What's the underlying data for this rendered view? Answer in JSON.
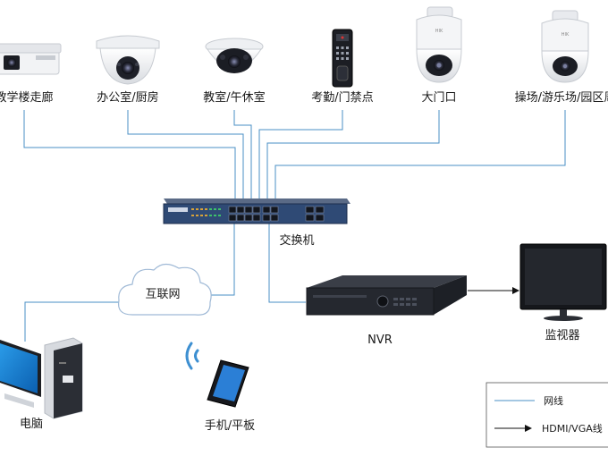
{
  "cameras": [
    {
      "label": "教学楼走廊",
      "icon": "bullet-camera-icon"
    },
    {
      "label": "办公室/厨房",
      "icon": "turret-camera-icon"
    },
    {
      "label": "教室/午休室",
      "icon": "fisheye-camera-icon"
    },
    {
      "label": "考勤/门禁点",
      "icon": "access-control-terminal-icon"
    },
    {
      "label": "大门口",
      "icon": "ptz-dome-camera-icon"
    },
    {
      "label": "操场/游乐场/园区周",
      "icon": "ptz-dome-camera-icon"
    }
  ],
  "switch": {
    "label": "交换机",
    "icon": "poe-switch-icon"
  },
  "internet": {
    "label": "互联网",
    "icon": "cloud-icon"
  },
  "nvr": {
    "label": "NVR",
    "icon": "nvr-recorder-icon"
  },
  "monitor": {
    "label": "监视器",
    "icon": "monitor-icon"
  },
  "computer": {
    "label": "电脑",
    "icon": "desktop-computer-icon"
  },
  "mobile": {
    "label": "手机/平板",
    "icon": "smartphone-icon"
  },
  "legend": {
    "network_label": "网线",
    "hdmi_label": "HDMI/VGA线",
    "network_color": "#4a8fc4",
    "hdmi_color": "#111111"
  },
  "colors": {
    "network_line": "#4a8fc4",
    "device_dark": "#2b2f36",
    "switch_blue": "#2f4a75"
  }
}
